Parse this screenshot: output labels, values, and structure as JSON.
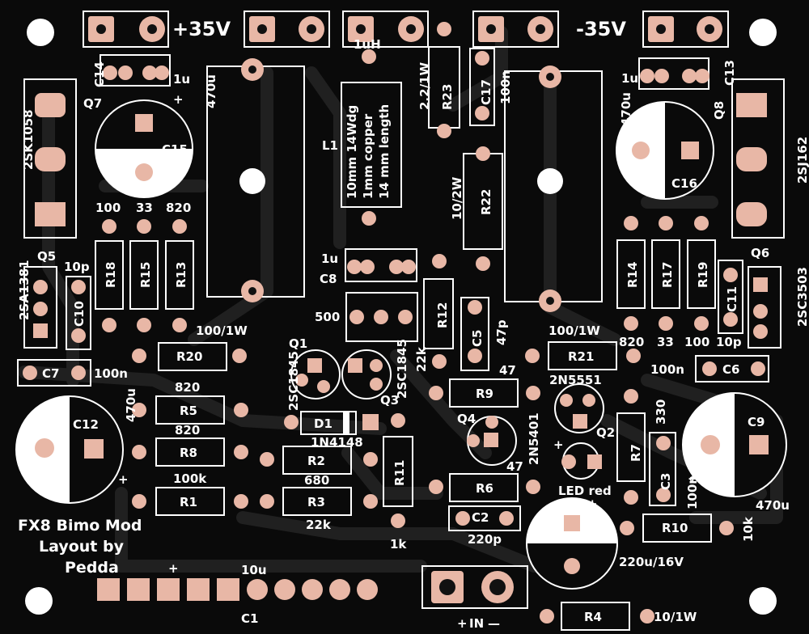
{
  "board": {
    "rails": {
      "pos": "+35V",
      "neg": "-35V"
    },
    "credits": {
      "line1": "FX8 Bimo Mod",
      "line2": "Layout by",
      "line3": "Pedda"
    },
    "input": {
      "plus": "+",
      "label": "IN",
      "minus": "—"
    },
    "colors": {
      "board": "#0a0a0a",
      "trace": "#202020",
      "copper": "#e8b7a6",
      "silk": "#ffffff",
      "hole": "#111111"
    }
  },
  "labels": {
    "c14": "C14",
    "c14_val": "1u",
    "c13": "C13",
    "c13_val": "1u",
    "c15": "C15",
    "c15_val": "470u",
    "c16": "C16",
    "c16_val": "470u",
    "q7": "Q7",
    "q7_type": "2SK1058",
    "q8": "Q8",
    "q8_type": "2SJ162",
    "l1": "L1",
    "l1_val": "1uH",
    "l1_spec1": "10mm 14Wdg",
    "l1_spec2": "1mm copper",
    "l1_spec3": "14 mm length",
    "r23": "R23",
    "r23_val": "2.2/1W",
    "c17": "C17",
    "c17_val": "100n",
    "r22": "R22",
    "r22_val": "10/2W",
    "r18": "R18",
    "r18_val": "100",
    "r15": "R15",
    "r15_val": "33",
    "r13": "R13",
    "r13_val": "820",
    "r14": "R14",
    "r14_val": "820",
    "r17": "R17",
    "r17_val": "33",
    "r19": "R19",
    "r19_val": "100",
    "q5": "Q5",
    "q5_type": "2SA1381",
    "q6": "Q6",
    "q6_type": "2SC3503",
    "c10": "C10",
    "c10_val": "10p",
    "c11": "C11",
    "c11_val": "10p",
    "c8": "C8",
    "c8_val": "1u",
    "trim": "500",
    "r12": "R12",
    "r12_val": "22k",
    "c5": "C5",
    "c5_val": "47p",
    "r20": "R20",
    "r20_val": "100/1W",
    "r21": "R21",
    "r21_val": "100/1W",
    "c7": "C7",
    "c7_val": "100n",
    "c6": "C6",
    "c6_val": "100n",
    "q1": "Q1",
    "q1_type": "2SC1845",
    "q3": "Q3",
    "q3_type": "2SC1845",
    "r9": "R9",
    "r9_val": "47",
    "r6": "R6",
    "r6_val": "47",
    "q2": "Q2",
    "q2_type": "2N5551",
    "q4": "Q4",
    "q4_type": "2N5401",
    "r5": "R5",
    "r5_val": "820",
    "r8": "R8",
    "r8_val": "820",
    "d1": "D1",
    "d1_type": "1N4148",
    "r2": "R2",
    "r2_val": "680",
    "r3": "R3",
    "r3_val": "22k",
    "r1": "R1",
    "r1_val": "100k",
    "r11": "R11",
    "r11_val": "1k",
    "r7": "R7",
    "r7_val": "330",
    "c3": "C3",
    "c3_val": "100n",
    "c12": "C12",
    "c12_val": "470u",
    "c9": "C9",
    "c9_val": "470u",
    "c2": "C2",
    "c2_val": "220p",
    "c4": "C4",
    "c4_val": "220u/16V",
    "led": "LED red",
    "r10": "R10",
    "r10_val": "10k",
    "r4": "R4",
    "r4_val": "10/1W",
    "c1": "C1",
    "c1_val": "10u",
    "plus": "+"
  }
}
